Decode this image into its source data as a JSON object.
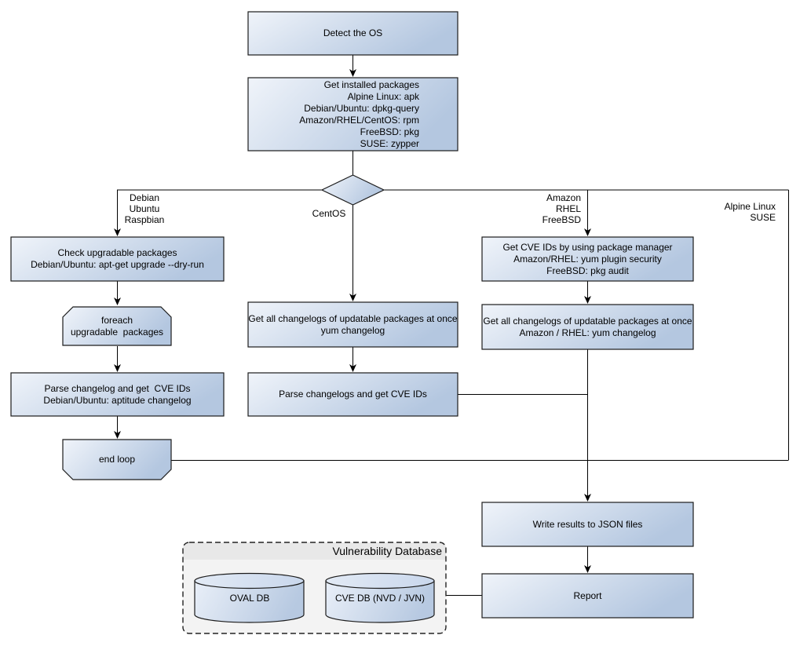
{
  "diagram": {
    "nodes": {
      "detect_os": "Detect the OS",
      "get_installed_packages": "Get installed packages\nAlpine Linux: apk\nDebian/Ubuntu: dpkg-query\nAmazon/RHEL/CentOS: rpm\nFreeBSD: pkg\nSUSE: zypper",
      "check_upgradable": "Check upgradable packages\nDebian/Ubuntu: apt-get upgrade --dry-run",
      "foreach_loop": "foreach\nupgradable  packages",
      "parse_changelog_debian": "Parse changelog and get  CVE IDs\nDebian/Ubuntu: aptitude changelog",
      "end_loop": "end loop",
      "get_changelogs_centos": "Get all changelogs of updatable packages at once\nyum changelog",
      "parse_changelogs_centos": "Parse changelogs and get CVE IDs",
      "get_cve_ids_package_manager": "Get CVE IDs by using package manager\nAmazon/RHEL: yum plugin security\nFreeBSD: pkg audit",
      "get_changelogs_amazon": "Get all changelogs of updatable packages at once\nAmazon / RHEL: yum changelog",
      "write_results": "Write results to JSON files",
      "report": "Report"
    },
    "branch_labels": {
      "debian": "Debian\nUbuntu\nRaspbian",
      "centos": "CentOS",
      "amazon": "Amazon\nRHEL\nFreeBSD",
      "alpine": "Alpine Linux\nSUSE"
    },
    "database": {
      "title": "Vulnerability Database",
      "oval_db": "OVAL DB",
      "cve_db": "CVE DB (NVD / JVN)"
    },
    "colors": {
      "node_fill_light": "#eff3fa",
      "node_fill_dark": "#b4c7e0",
      "node_border": "#1c1c1c",
      "container_fill": "#f3f3f3",
      "container_header": "#e8e8e8",
      "line": "#000000",
      "background": "#ffffff"
    }
  }
}
